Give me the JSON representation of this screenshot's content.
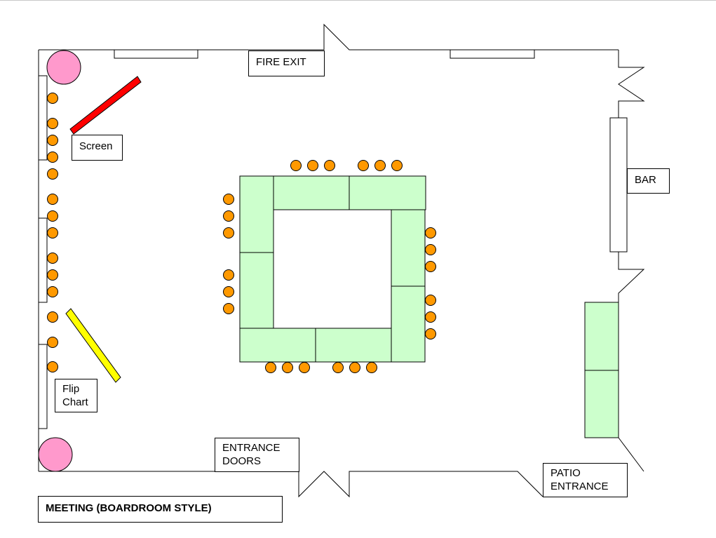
{
  "labels": {
    "fire_exit": "FIRE EXIT",
    "screen": "Screen",
    "bar": "BAR",
    "flip_chart": "Flip\nChart",
    "entrance_doors": "ENTRANCE\nDOORS",
    "patio_entrance": "PATIO\nENTRANCE",
    "title": "MEETING (BOARDROOM STYLE)"
  },
  "colors": {
    "wall": "#000000",
    "table_fill": "#ccffcc",
    "chair_fill": "#ff9900",
    "plant_fill": "#ff99cc",
    "screen_fill": "#ff0000",
    "flip_chart_fill": "#ffff00"
  },
  "counts": {
    "tables": 10,
    "chairs_at_tables": 24,
    "chairs_along_wall": 14
  }
}
